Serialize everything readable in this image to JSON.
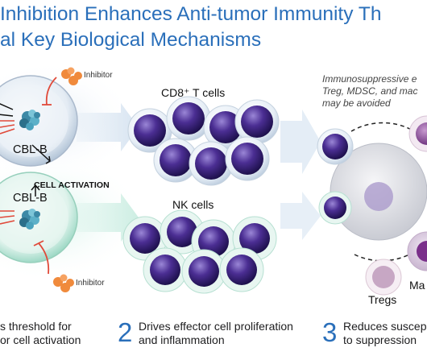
{
  "title": {
    "line1": "Inhibition Enhances Anti-tumor Immunity Th",
    "line2": "al Key Biological Mechanisms"
  },
  "labels": {
    "inhibitor_top": "Inhibitor",
    "inhibitor_bottom": "Inhibitor",
    "cbl_b_top": "CBL-B",
    "cbl_b_bottom": "CBL-B",
    "cell_activation": "CELL ACTIVATION",
    "cd8_t_cells": "CD8⁺ T cells",
    "nk_cells": "NK cells",
    "tregs": "Tregs",
    "ma": "Ma"
  },
  "note": {
    "line1": "Immunosuppressive e",
    "line2": "Treg, MDSC, and mac",
    "line3": "may be avoided"
  },
  "steps": [
    {
      "number": "",
      "line1": "s threshold for",
      "line2": "or cell activation"
    },
    {
      "number": "2",
      "line1": "Drives effector cell proliferation",
      "line2": "and inflammation"
    },
    {
      "number": "3",
      "line1": "Reduces suscep",
      "line2": "to suppression"
    }
  ],
  "colors": {
    "title_blue": "#2a6fba",
    "inhibitor_orange": "#f08a3c",
    "arrow_red": "#e04a3a",
    "cell_purple": "#4a2d8f",
    "cell_membrane": "#c9d9ea",
    "green_glow": "#bfe9dd"
  }
}
